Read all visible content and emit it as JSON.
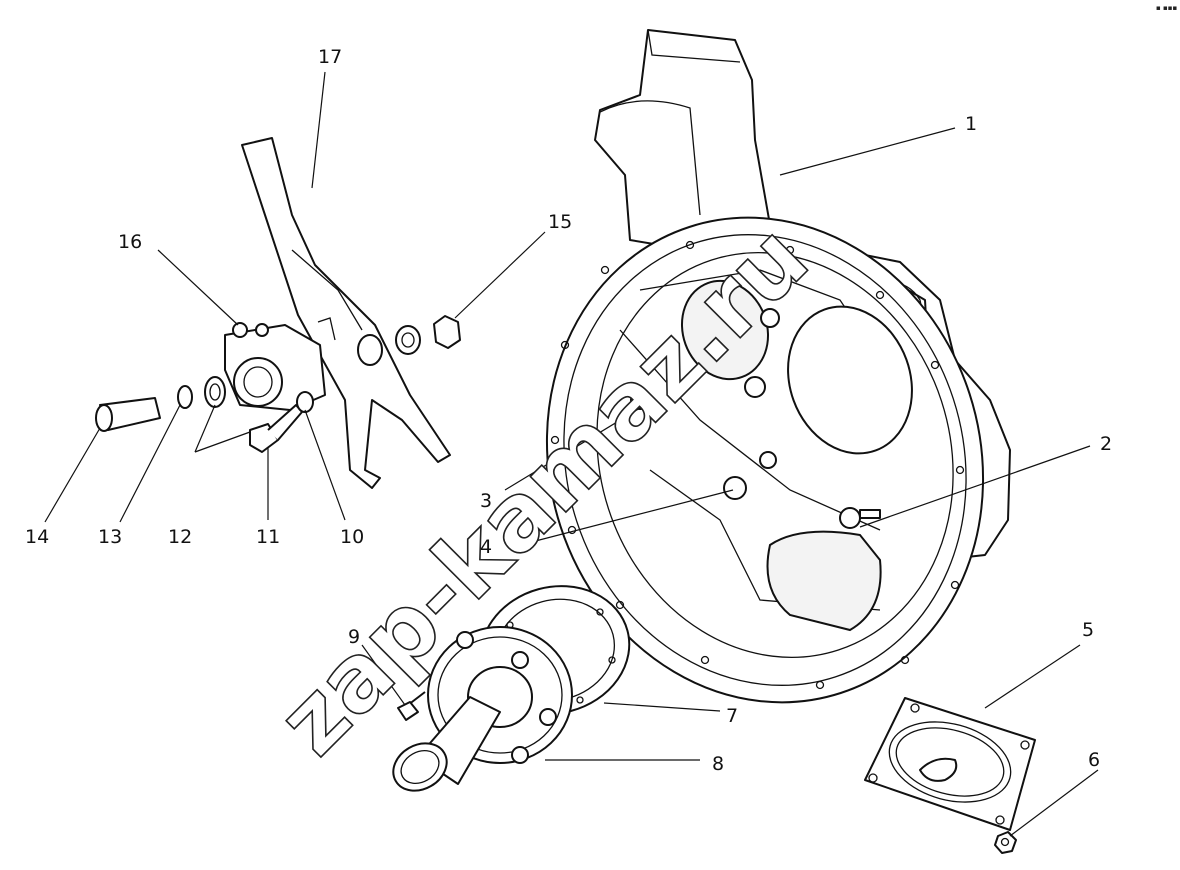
{
  "callouts": [
    "1",
    "2",
    "3",
    "4",
    "5",
    "6",
    "7",
    "8",
    "9",
    "10",
    "11",
    "12",
    "13",
    "14",
    "15",
    "16",
    "17"
  ],
  "watermark": "zap-kamaz.ru",
  "corner_mark": "▪ ▪▪▪"
}
